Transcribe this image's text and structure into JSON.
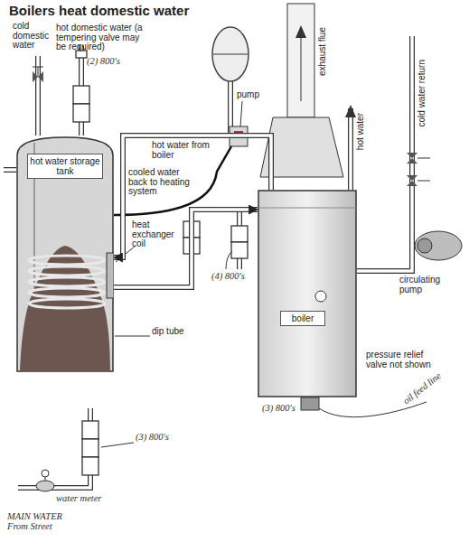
{
  "diagram": {
    "title": "Boilers heat domestic water",
    "nodes": [
      {
        "text": [
          "hot water storage tank"
        ]
      },
      {
        "text": [
          "boiler"
        ]
      }
    ],
    "edges": [
      {
        "from": 1,
        "to": 0,
        "arrow": "to"
      },
      {
        "from": 0,
        "to": 1,
        "arrow": "to"
      }
    ],
    "labels": [
      "cold domestic water",
      "hot domestic water (a tempering valve may be required)",
      "(2) 800's",
      "exhaust flue",
      "hot water from boiler",
      "pump",
      "hot water",
      "cold water return",
      "cooled water back to heating system",
      "heat exchanger coil",
      "(4) 800's",
      "circulating pump",
      "dip tube",
      "pressure relief valve not shown",
      "(3) 800's",
      "oil feed line",
      "(3) 800's",
      "water meter",
      "MAIN WATER From Street"
    ]
  }
}
